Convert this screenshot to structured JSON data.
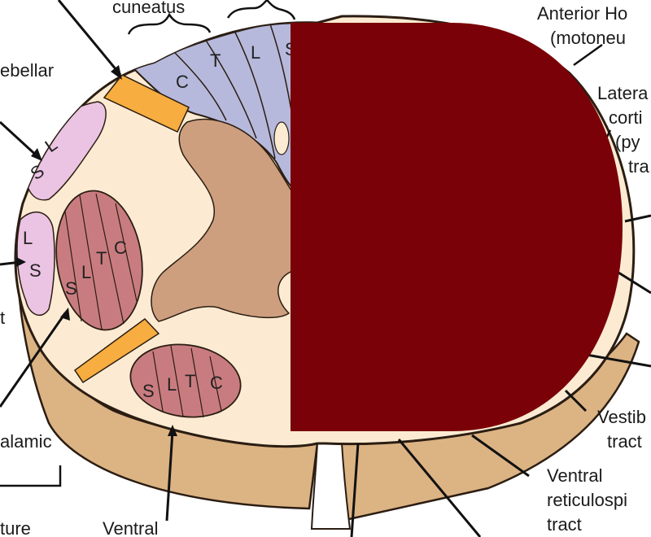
{
  "colors": {
    "background": "#ffffff",
    "cord_base_side": "#dcb383",
    "cord_section": "#fcebd2",
    "outline": "#2b1d12",
    "gray_matter": "#cd9f7f",
    "dorsal_column": "#b6b9dc",
    "spinocerebellar": "#ebc3e3",
    "spinothalamic": "#c97c80",
    "orange_tract": "#f7ad3f",
    "occluder": "#7a0107",
    "arrow": "#111111"
  },
  "labels": {
    "cuneatus": "cuneatus",
    "cerebellar": "ebellar",
    "anterior_horn": "Anterior Ho",
    "motoneurons": "(motoneu",
    "lateral": "Latera",
    "corti": "corti",
    "pyr": "(py",
    "tra": "tra",
    "vestibulo": "Vestib",
    "vestibulo_tract": "tract",
    "ventral_reticulospinal_1": "Ventral",
    "ventral_reticulospinal_2": "reticulospi",
    "ventral_reticulospinal_3": "tract",
    "spinothalamic": "alamic",
    "ture": "ture",
    "ventral": "Ventral",
    "left_edge": "t"
  },
  "segments": {
    "dorsal": [
      "C",
      "T",
      "L",
      "S"
    ],
    "lateral_upper": [
      "L",
      "S"
    ],
    "lateral_lower": [
      "L",
      "S"
    ],
    "spinothalamic_lateral": [
      "S",
      "L",
      "T",
      "C"
    ],
    "spinothalamic_ventral": [
      "S",
      "L",
      "T",
      "C"
    ]
  }
}
